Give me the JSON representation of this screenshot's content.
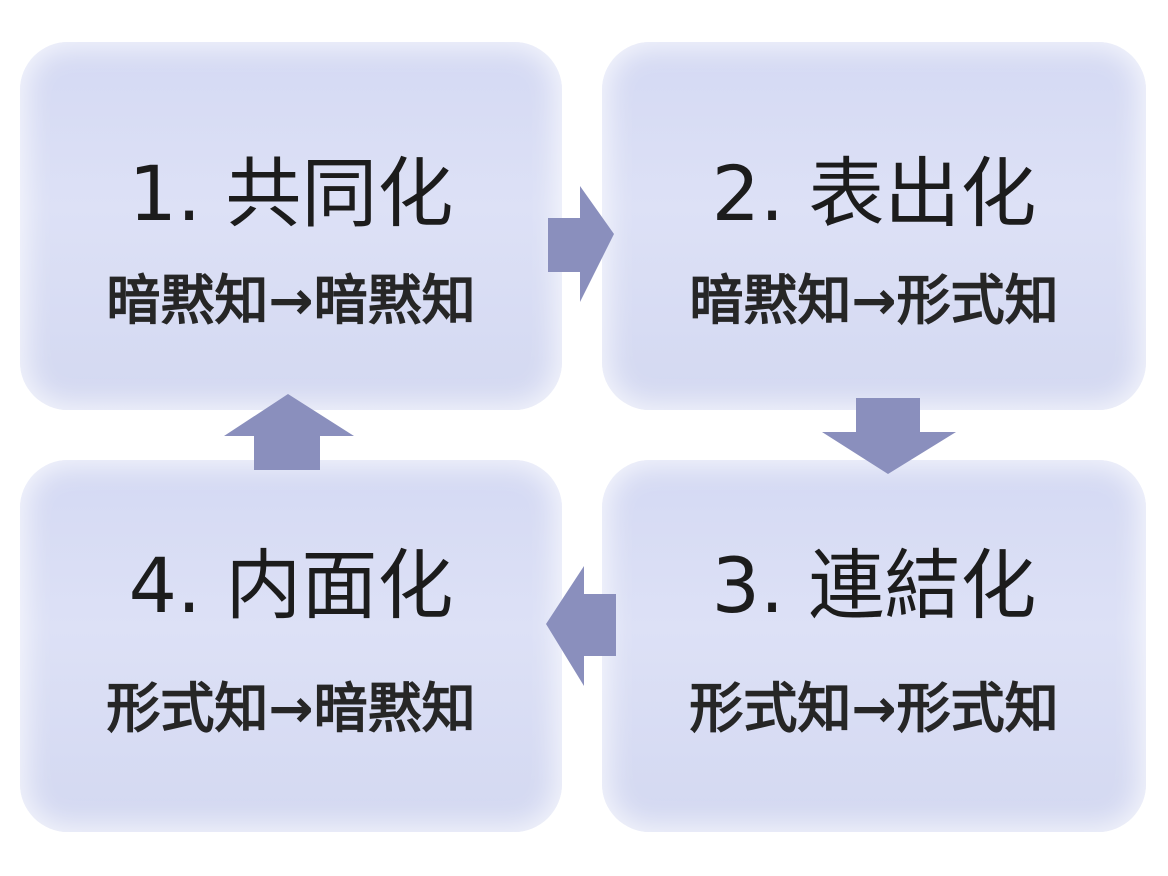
{
  "steps": [
    {
      "number": "1.",
      "name": "共同化",
      "from": "暗黙知",
      "to": "暗黙知"
    },
    {
      "number": "2.",
      "name": "表出化",
      "from": "暗黙知",
      "to": "形式知"
    },
    {
      "number": "3.",
      "name": "連結化",
      "from": "形式知",
      "to": "形式知"
    },
    {
      "number": "4.",
      "name": "内面化",
      "from": "形式知",
      "to": "暗黙知"
    }
  ],
  "arrow_symbol": "→",
  "colors": {
    "box_fill": "#d6dbf3",
    "arrow_fill": "#8a8fbd",
    "text": "#1c1c1c"
  }
}
